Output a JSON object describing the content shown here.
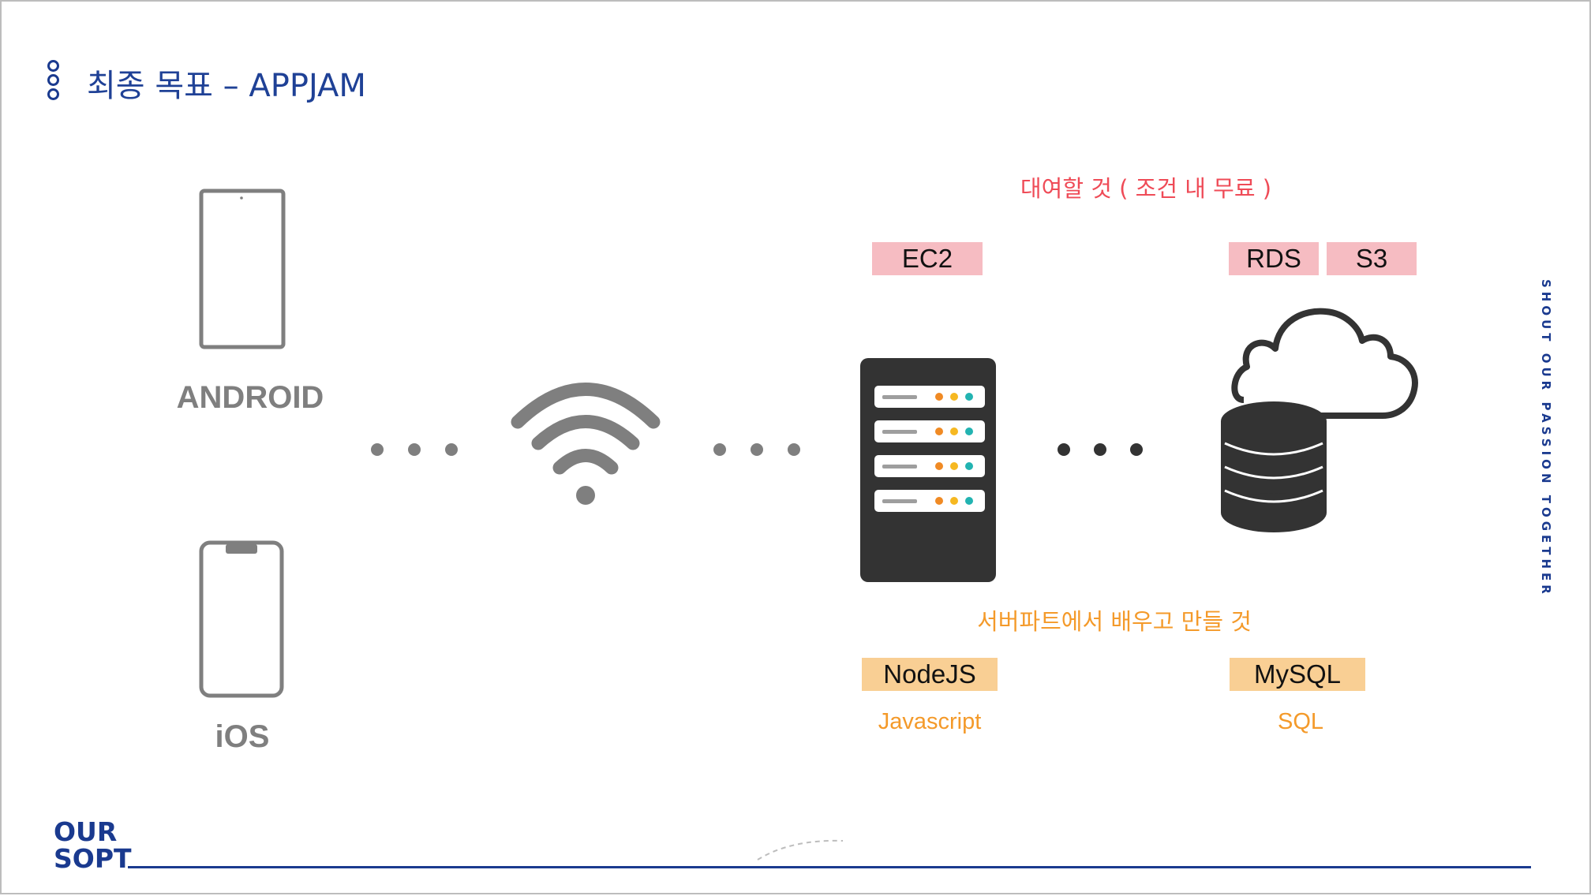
{
  "title": "최종 목표 – APPJAM",
  "devices": {
    "android_label": "ANDROID",
    "ios_label": "iOS"
  },
  "rent_note": "대여할 것 ( 조건 내 무료 )",
  "rent_tags": {
    "ec2": "EC2",
    "rds": "RDS",
    "s3": "S3"
  },
  "learn_note": "서버파트에서 배우고 만들 것",
  "learn_tags": {
    "node": "NodeJS",
    "node_sub": "Javascript",
    "mysql": "MySQL",
    "mysql_sub": "SQL"
  },
  "side_text": "SHOUT OUR PASSION TOGETHER",
  "logo": {
    "line1": "OUR",
    "line2": "SOPT"
  },
  "icons": [
    "android-phone-icon",
    "iphone-icon",
    "wifi-icon",
    "server-icon",
    "cloud-database-icon"
  ],
  "colors": {
    "accent_blue": "#1a3a8f",
    "rent_red": "#ef4b57",
    "learn_orange": "#f49a2a",
    "tag_pink": "#f6bcc2",
    "tag_orange": "#f9cf94",
    "icon_gray": "#7f7f7f",
    "icon_dark": "#333333"
  }
}
